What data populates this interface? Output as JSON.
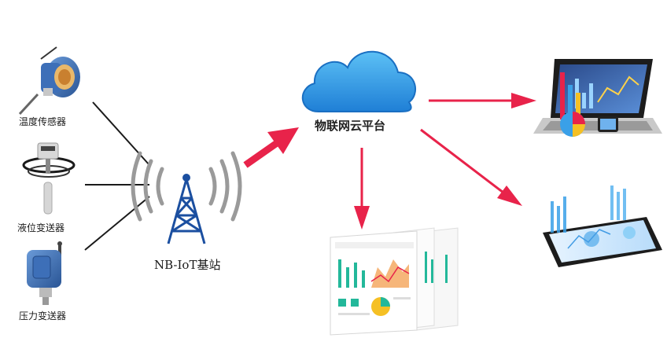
{
  "sensors": {
    "temperature": {
      "label": "温度传感器"
    },
    "level": {
      "label": "液位变送器"
    },
    "pressure": {
      "label": "压力变送器"
    }
  },
  "base_station": {
    "label": "NB-IoT基站"
  },
  "cloud": {
    "label": "物联网云平台"
  },
  "colors": {
    "arrow": "#e8234a",
    "cloud": "#2a8fe0",
    "tower": "#1b4fa0",
    "sensor_body": "#3d6fb8",
    "line": "#1a1a1a"
  }
}
